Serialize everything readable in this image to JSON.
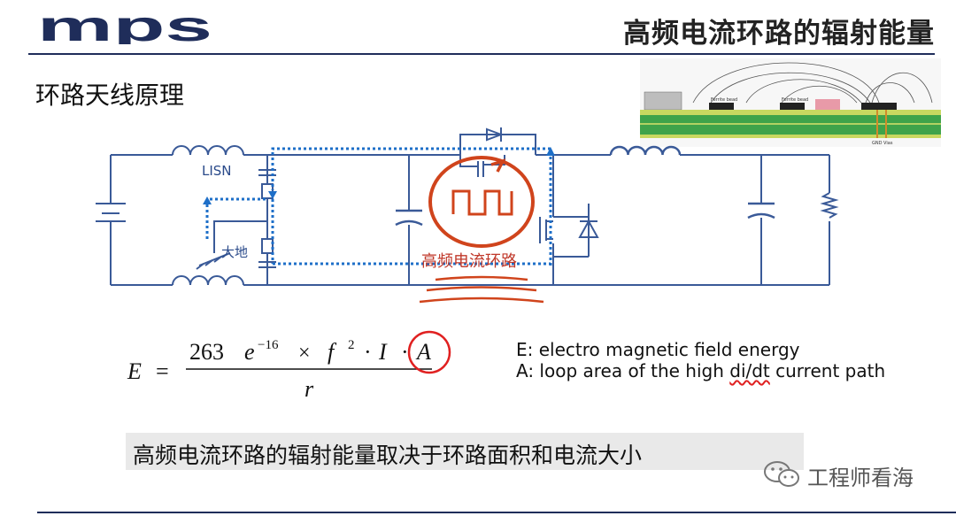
{
  "header": {
    "logo_text": "mps",
    "title": "高频电流环路的辐射能量"
  },
  "section": {
    "subtitle": "环路天线原理"
  },
  "pcb_sketch": {
    "labels": [
      "Ferrite bead",
      "Ferrite bead",
      "GND Vias"
    ]
  },
  "circuit": {
    "lisn_label": "LISN",
    "ground_label": "大地",
    "loop_label": "高频电流环路"
  },
  "formula": {
    "lhs": "E",
    "equals": "=",
    "coef": "263",
    "e": "e",
    "exp": "−16",
    "times": "×",
    "f": "f",
    "sq": "2",
    "dot1": "·",
    "i": "I",
    "dot2": "·",
    "a": "A",
    "denominator": "r"
  },
  "definitions": {
    "e_line": "E: electro magnetic field energy",
    "a_line_pre": "A: loop area of the high ",
    "a_line_term": "di/dt",
    "a_line_post": " current path"
  },
  "summary": {
    "text": "高频电流环路的辐射能量取决于环路面积和电流大小"
  },
  "watermark": {
    "text": "工程师看海"
  },
  "colors": {
    "wire": "#3a5a98",
    "dotted": "#1e6fc8",
    "loop": "#d0441c",
    "loop_label": "#c0392b",
    "header_blue": "#1f2d5a"
  }
}
